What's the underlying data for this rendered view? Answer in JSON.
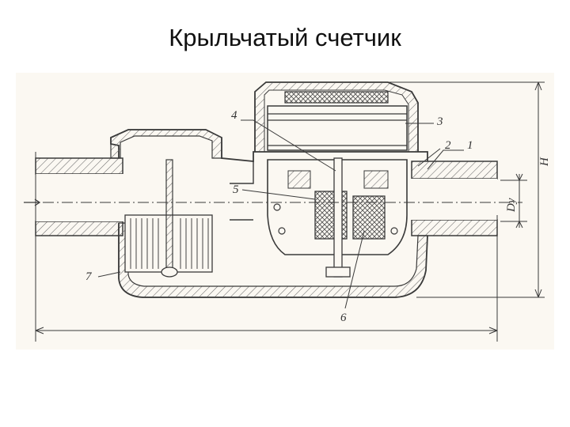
{
  "slide": {
    "title": "Крыльчатый счетчик"
  },
  "drawing": {
    "callouts": [
      "1",
      "2",
      "3",
      "4",
      "5",
      "6",
      "7"
    ],
    "dimension_labels": {
      "height": "H",
      "diameter": "Dy"
    }
  },
  "colors": {
    "ink": "#3a3a3a",
    "paper": "#fbf8f2",
    "hatch": "#6b6b6b"
  }
}
